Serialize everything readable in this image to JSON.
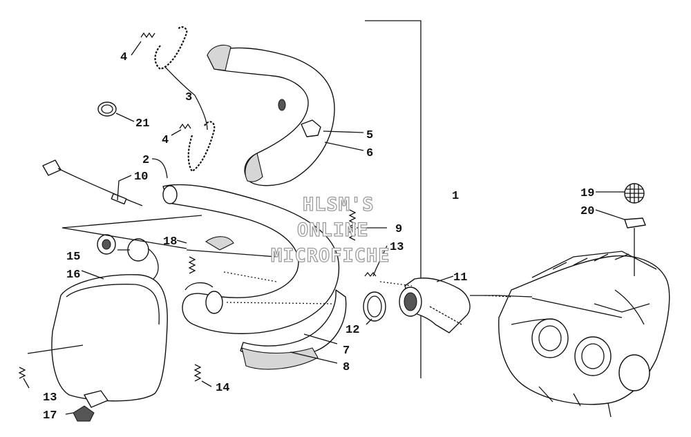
{
  "diagram": {
    "watermark": {
      "line1": "HLSM'S",
      "line2": "ONLINE",
      "line3": "MICROFICHE"
    },
    "callouts": [
      {
        "id": "c1",
        "text": "1"
      },
      {
        "id": "c2",
        "text": "2"
      },
      {
        "id": "c3",
        "text": "3"
      },
      {
        "id": "c4a",
        "text": "4"
      },
      {
        "id": "c4b",
        "text": "4"
      },
      {
        "id": "c5",
        "text": "5"
      },
      {
        "id": "c6",
        "text": "6"
      },
      {
        "id": "c7",
        "text": "7"
      },
      {
        "id": "c8",
        "text": "8"
      },
      {
        "id": "c9",
        "text": "9"
      },
      {
        "id": "c10",
        "text": "10"
      },
      {
        "id": "c11",
        "text": "11"
      },
      {
        "id": "c12",
        "text": "12"
      },
      {
        "id": "c13a",
        "text": "13"
      },
      {
        "id": "c13b",
        "text": "13"
      },
      {
        "id": "c14",
        "text": "14"
      },
      {
        "id": "c15",
        "text": "15"
      },
      {
        "id": "c16",
        "text": "16"
      },
      {
        "id": "c17",
        "text": "17"
      },
      {
        "id": "c18",
        "text": "18"
      },
      {
        "id": "c19",
        "text": "19"
      },
      {
        "id": "c20",
        "text": "20"
      },
      {
        "id": "c21",
        "text": "21"
      }
    ]
  }
}
